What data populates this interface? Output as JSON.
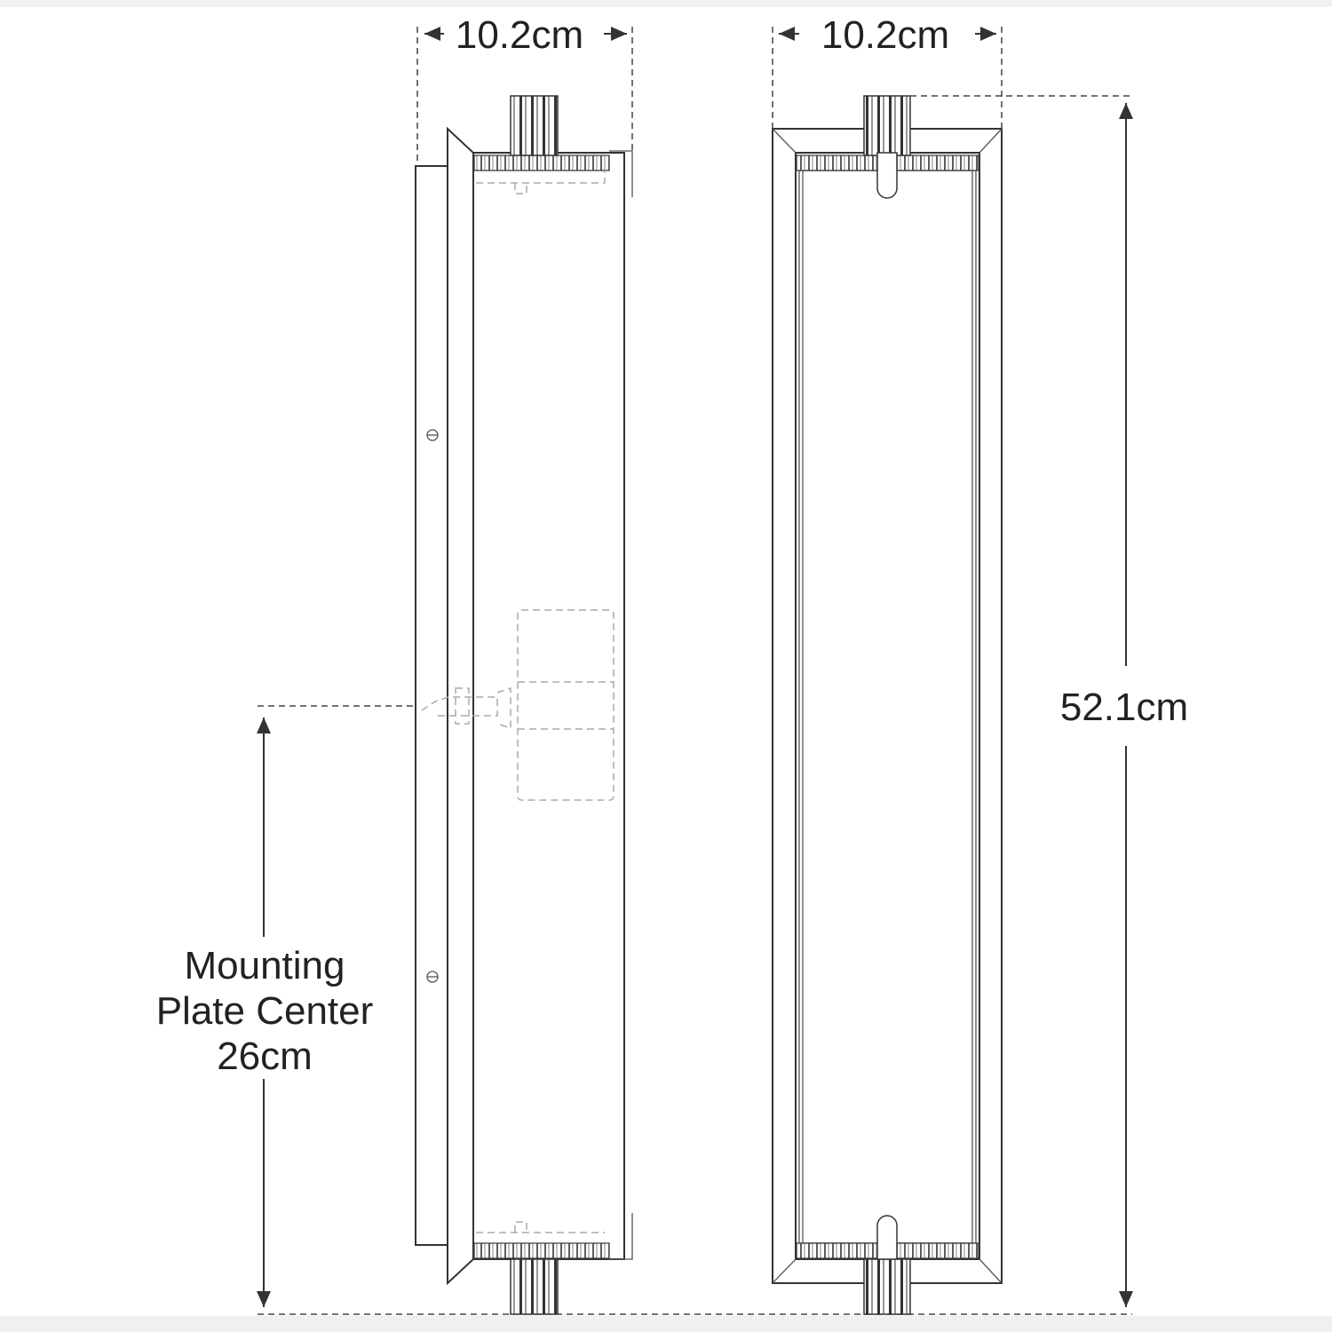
{
  "dimensions": {
    "side_width": "10.2cm",
    "front_width": "10.2cm",
    "height": "52.1cm",
    "mounting_label_line1": "Mounting",
    "mounting_label_line2": "Plate Center",
    "mounting_value": "26cm"
  },
  "colors": {
    "line": "#333333",
    "hidden_line": "#aaaaaa",
    "background": "#ffffff"
  }
}
